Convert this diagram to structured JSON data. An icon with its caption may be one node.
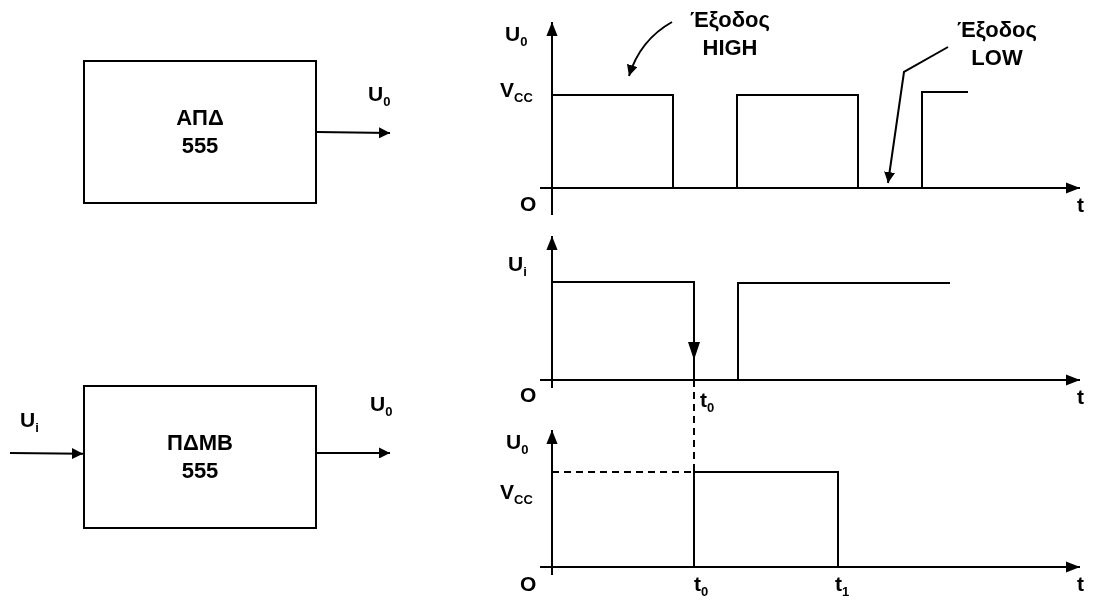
{
  "diagram": {
    "nodes": [
      {
        "text": [
          "ΑΠΔ 555"
        ]
      },
      {
        "text": [
          "ΠΔΜΒ 555"
        ]
      },
      {
        "text": [
          "Έξοδος HIGH"
        ]
      },
      {
        "text": [
          "Έξοδος LOW"
        ]
      }
    ],
    "edges": [
      {
        "from": 0,
        "to": null,
        "arrow": "to",
        "label": "U$_{0}$"
      },
      {
        "from": null,
        "to": 1,
        "arrow": "to",
        "label": "U$_{i}$"
      },
      {
        "from": 1,
        "to": null,
        "arrow": "to",
        "label": "U$_{0}$"
      },
      {
        "from": 2,
        "to": null,
        "arrow": "to"
      },
      {
        "from": 3,
        "to": null,
        "arrow": "to"
      }
    ],
    "labels": [
      "U$_{0}$",
      "V$_{CC}$",
      "O",
      "t",
      "U$_{i}$",
      "O",
      "t$_{0}$",
      "t",
      "U$_{0}$",
      "V$_{CC}$",
      "O",
      "t$_{0}$",
      "t$_{1}$",
      "t"
    ]
  }
}
